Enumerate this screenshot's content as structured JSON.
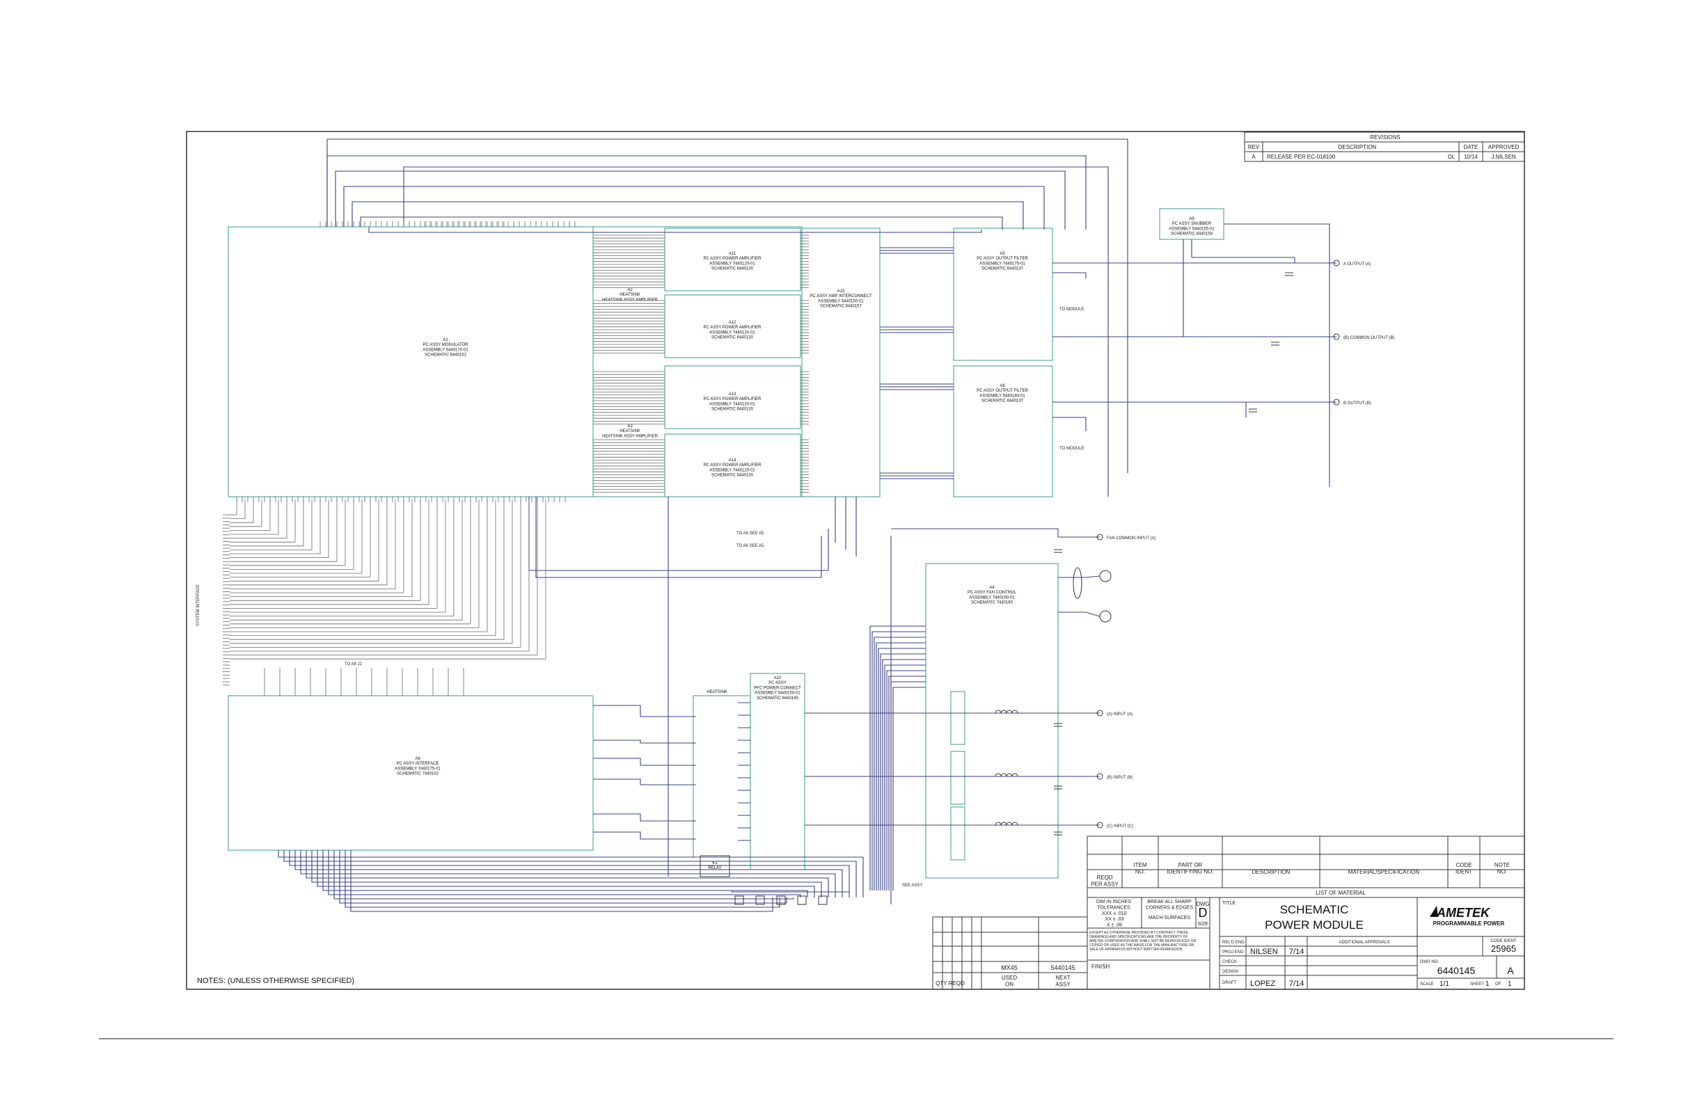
{
  "revisions": {
    "header": "REVISIONS",
    "col_rev": "REV",
    "col_description": "DESCRIPTION",
    "col_date": "DATE",
    "col_approved": "APPROVED",
    "row": {
      "rev": "A",
      "description": "RELEASE PER EC-018100",
      "initials": "DL",
      "date": "10/14",
      "approved": "J.NILSEN"
    }
  },
  "notes": "NOTES: (UNLESS OTHERWISE SPECIFIED)",
  "list_of_material": {
    "col_reqd_per_assy": "REQD\nPER ASSY",
    "col_item_no": "ITEM\nNO.",
    "col_part_no": "PART OR\nIDENTIFYING NO.",
    "col_description": "DESCRIPTION",
    "col_material": "MATERIAL/SPECIFICATION",
    "col_code_ident": "CODE\nIDENT",
    "col_note": "NOTE\nNO.",
    "label": "LIST OF MATERIAL"
  },
  "usage": {
    "qty_reqd": "QTY REQD",
    "used_on": "USED\nON",
    "next_assy": "NEXT\nASSY",
    "model": "MX45",
    "assy_no": "5440145"
  },
  "tolerances": {
    "dim": "DIM IN INCHES\nTOLERANCES\n.XXX ± .010\n.XX ± .03\n.X ± .06",
    "break_edges": "BREAK ALL SHARP\nCORNERS & EDGES",
    "surfaces": "MACH SURFACES",
    "finish": "FINISH"
  },
  "proprietary": "EXCEPT AS OTHERWISE PROVIDED BY CONTRACT THESE DRAWINGS AND SPECIFICATIONS ARE THE PROPERTY OF AMETEK CORPORATION AND SHALL NOT BE REPRODUCED OR COPIED OR USED AS THE BASIS FOR THE MANUFACTURE OR SALE OF APPARATUS WITHOUT WRITTEN PERMISSION.",
  "title_block": {
    "dwg_label": "DWG",
    "dwg_size": "D",
    "size_label": "SIZE",
    "title_label": "TITLE",
    "title_line1": "SCHEMATIC",
    "title_line2": "POWER MODULE",
    "company": "AMETEK",
    "company_sub": "PROGRAMMABLE POWER",
    "code_ident_label": "CODE IDENT",
    "code_ident": "25965",
    "approvals": "ADDITIONAL APPROVALS",
    "rel_label": "REL'D ENG",
    "proj_label": "PROJ ENG",
    "check_label": "CHECK",
    "design_label": "DESIGN",
    "draft_label": "DRAFT",
    "proj_name": "NILSEN",
    "proj_date": "7/14",
    "draft_name": "LOPEZ",
    "draft_date": "7/14",
    "dwg_no_label": "DWG NO.",
    "dwg_no": "6440145",
    "rev": "A",
    "scale_label": "SCALE",
    "scale": "1/1",
    "sheet_label": "SHEET",
    "sheet": "1",
    "of": "1"
  },
  "schematic": {
    "a1": "A1\nPC ASSY MODULATOR\nASSEMBLY 5440170-01\nSCHEMATIC 6440152",
    "a8": "A8\nPC ASSY INTERFACE\nASSEMBLY 7440175-01\nSCHEMATIC 7440162",
    "amp1": "A11\nPC ASSY POWER AMPLIFIER\nASSEMBLY 7440120-01\nSCHEMATIC 6440130",
    "amp2": "A12\nPC ASSY POWER AMPLIFIER\nASSEMBLY 7440120-01\nSCHEMATIC 6440130",
    "amp3": "A13\nPC ASSY POWER AMPLIFIER\nASSEMBLY 7440120-01\nSCHEMATIC 6440130",
    "amp4": "A14\nPC ASSY POWER AMPLIFIER\nASSEMBLY 7440120-01\nSCHEMATIC 6440130",
    "heatsink_a": "A2\nHEATSINK\nHEATSINK ASSY AMPLIFIER",
    "heatsink_b": "A3\nHEATSINK\nHEATSINK ASSY AMPLIFIER",
    "interconnect": "A15\nPC ASSY AMP INTERCONNECT\nASSEMBLY 5440150-01\nSCHEMATIC 6440157",
    "filter1": "A5\nPC ASSY OUTPUT FILTER\nASSEMBLY 7440175-01\nSCHEMATIC 6440137",
    "filter2": "A6\nPC ASSY OUTPUT FILTER\nASSEMBLY 5440180-01\nSCHEMATIC 6440137",
    "snubber": "A9\nPC ASSY SNUBBER\nASSEMBLY 5440155-01\nSCHEMATIC 6440158",
    "fan_ctrl": "A4\nPC ASSY FAN CONTROL\nASSEMBLY 7440150-01\nSCHEMATIC 7440160",
    "pfc": "A10\nPC ASSY\nPFC POWER CONNECT\nASSEMBLY 5440150-01\nSCHEMATIC 6440145",
    "mod_ribbon": "TO MODULE",
    "filter_ribbon_1": "TO A6 SEE A5",
    "filter_ribbon_2": "TO A6 SEE A5",
    "out_a": "A OUTPUT (A)",
    "out_common": "(B) COMMON OUTPUT (B)",
    "out_b": "B OUTPUT (B)",
    "fan_common": "FAN COMMON INPUT (A)",
    "in_a": "(A) INPUT (A)",
    "in_b": "(B) INPUT (B)",
    "in_c": "(C) INPUT (C)",
    "side_label": "SYSTEM INTERFACE",
    "cable_label": "TO A8 J2",
    "fuse_label": "SEE ASSY",
    "heatsink_label": "HEATSINK",
    "relay_label": "K1\nRELAY"
  },
  "colors": {
    "wire": "#3a3f86",
    "board": "#3a9a8f",
    "frame": "#333333"
  }
}
